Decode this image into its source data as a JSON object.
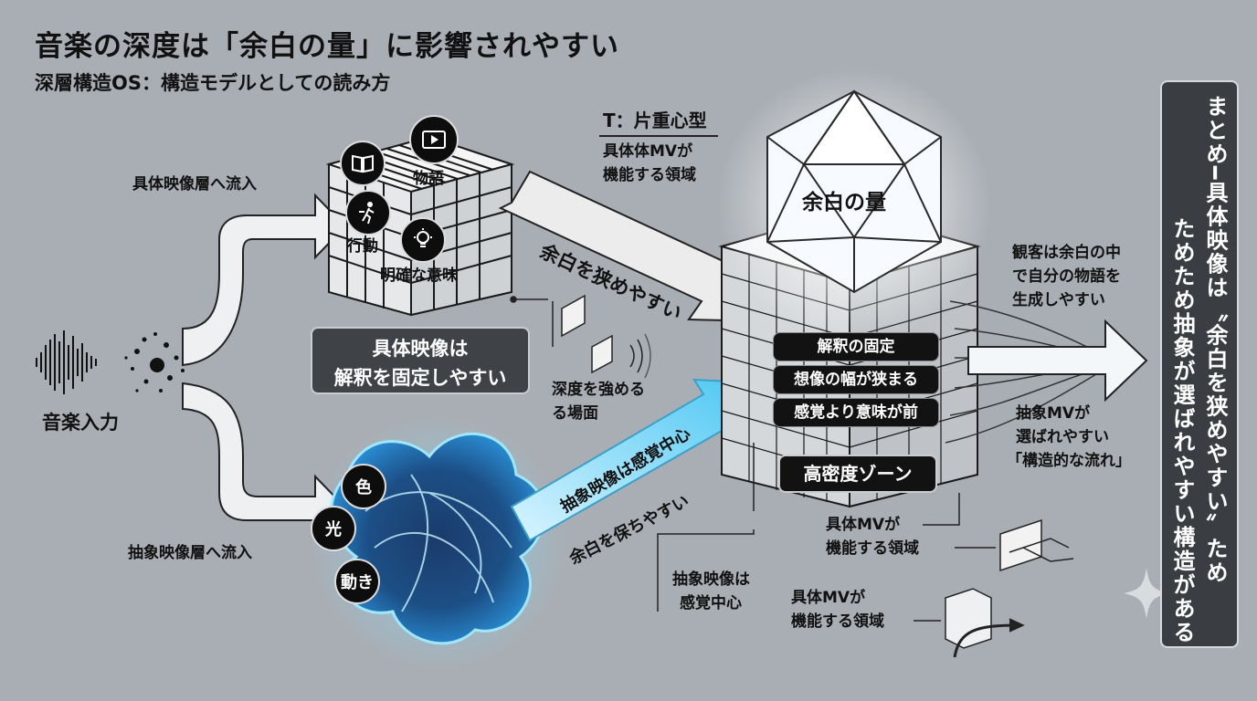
{
  "title": "音楽の深度は「余白の量」に影響されやすい",
  "subtitle": "深層構造OS：構造モデルとしての読み方",
  "left": {
    "music_input": "音楽入力",
    "concrete_inflow": "具体映像層へ流入",
    "abstract_inflow": "抽象映像層へ流入"
  },
  "concrete_cluster": {
    "story": "物語",
    "action": "行動",
    "clear_meaning": "明確な意味",
    "icons": [
      "book-icon",
      "video-play-icon",
      "walking-person-icon",
      "lightbulb-icon"
    ]
  },
  "center": {
    "fix_box_line1": "具体映像は",
    "fix_box_line2": "解釈を固定しやすい",
    "deep_scene_line1": "深度を強める",
    "deep_scene_line2": "る場面",
    "narrow_arrow": "余白を狭めやすい",
    "sensory_arrow": "抽象映像は感覚中心",
    "keep_margin": "余白を保ちやすい",
    "abstract_note_line1": "抽象映像は",
    "abstract_note_line2": "感覚中心"
  },
  "abstract_cluster": {
    "color": "色",
    "light": "光",
    "motion": "動き"
  },
  "t_type": {
    "title": "T：片重心型",
    "line1": "具体体MVが",
    "line2": "機能する領域"
  },
  "crystal": {
    "label": "余白の量"
  },
  "tower_labels": [
    "解釈の固定",
    "想像の幅が狭まる",
    "感覚より意味が前"
  ],
  "high_density": "高密度ゾーン",
  "right": {
    "viewer_line1": "観客は余白の中",
    "viewer_line2": "で自分の物語を",
    "viewer_line3": "生成しやすい",
    "abs_line1": "抽象MVが",
    "abs_line2": "選ばれやすい",
    "abs_line3": "「構造的な流れ」",
    "concrete_mv1_line1": "具体MVが",
    "concrete_mv1_line2": "機能する領域",
    "concrete_mv2_line1": "具体MVが",
    "concrete_mv2_line2": "機能する領域"
  },
  "summary": {
    "col1": "まとめ━具体映像は〝余白を狭めやすい〟ため",
    "col2": "ためため抽象が選ばれやすい構造がある"
  },
  "colors": {
    "background": "#a9aeb4",
    "dark_box": "#3f4347",
    "glow": "#6fd6ff",
    "summary_panel": "#3a3e42"
  }
}
